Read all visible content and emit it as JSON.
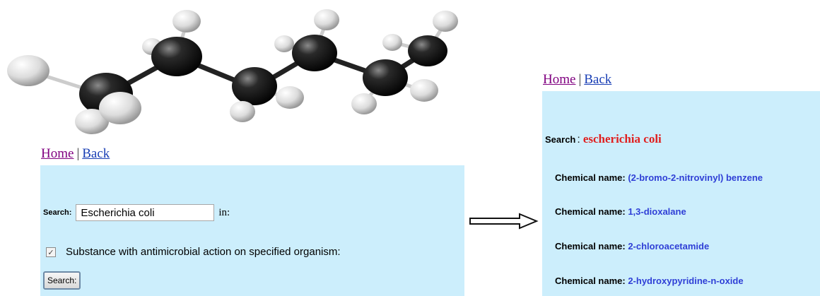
{
  "nav_left": {
    "home": "Home",
    "separator": "|",
    "back": "Back"
  },
  "nav_right": {
    "home": "Home",
    "separator": "|",
    "back": "Back"
  },
  "search_form": {
    "label": "Search:",
    "value": "Escherichia coli",
    "in_label": "in:",
    "checkbox_checked": true,
    "checkbox_mark": "✓",
    "checkbox_label": "Substance with antimicrobial action on specified organism:",
    "button_label": "Search:"
  },
  "results": {
    "search_label": "Search",
    "search_colon": ":",
    "search_term": "escherichia coli",
    "items": [
      {
        "label": "Chemical name:",
        "value": "(2-bromo-2-nitrovinyl) benzene"
      },
      {
        "label": "Chemical name:",
        "value": "1,3-dioxalane"
      },
      {
        "label": "Chemical name:",
        "value": "2-chloroacetamide"
      },
      {
        "label": "Chemical name:",
        "value": "2-hydroxypyridine-n-oxide"
      }
    ]
  },
  "colors": {
    "panel_bg": "#cceefc",
    "search_term": "#e02020",
    "result_value": "#2f3fd6"
  }
}
